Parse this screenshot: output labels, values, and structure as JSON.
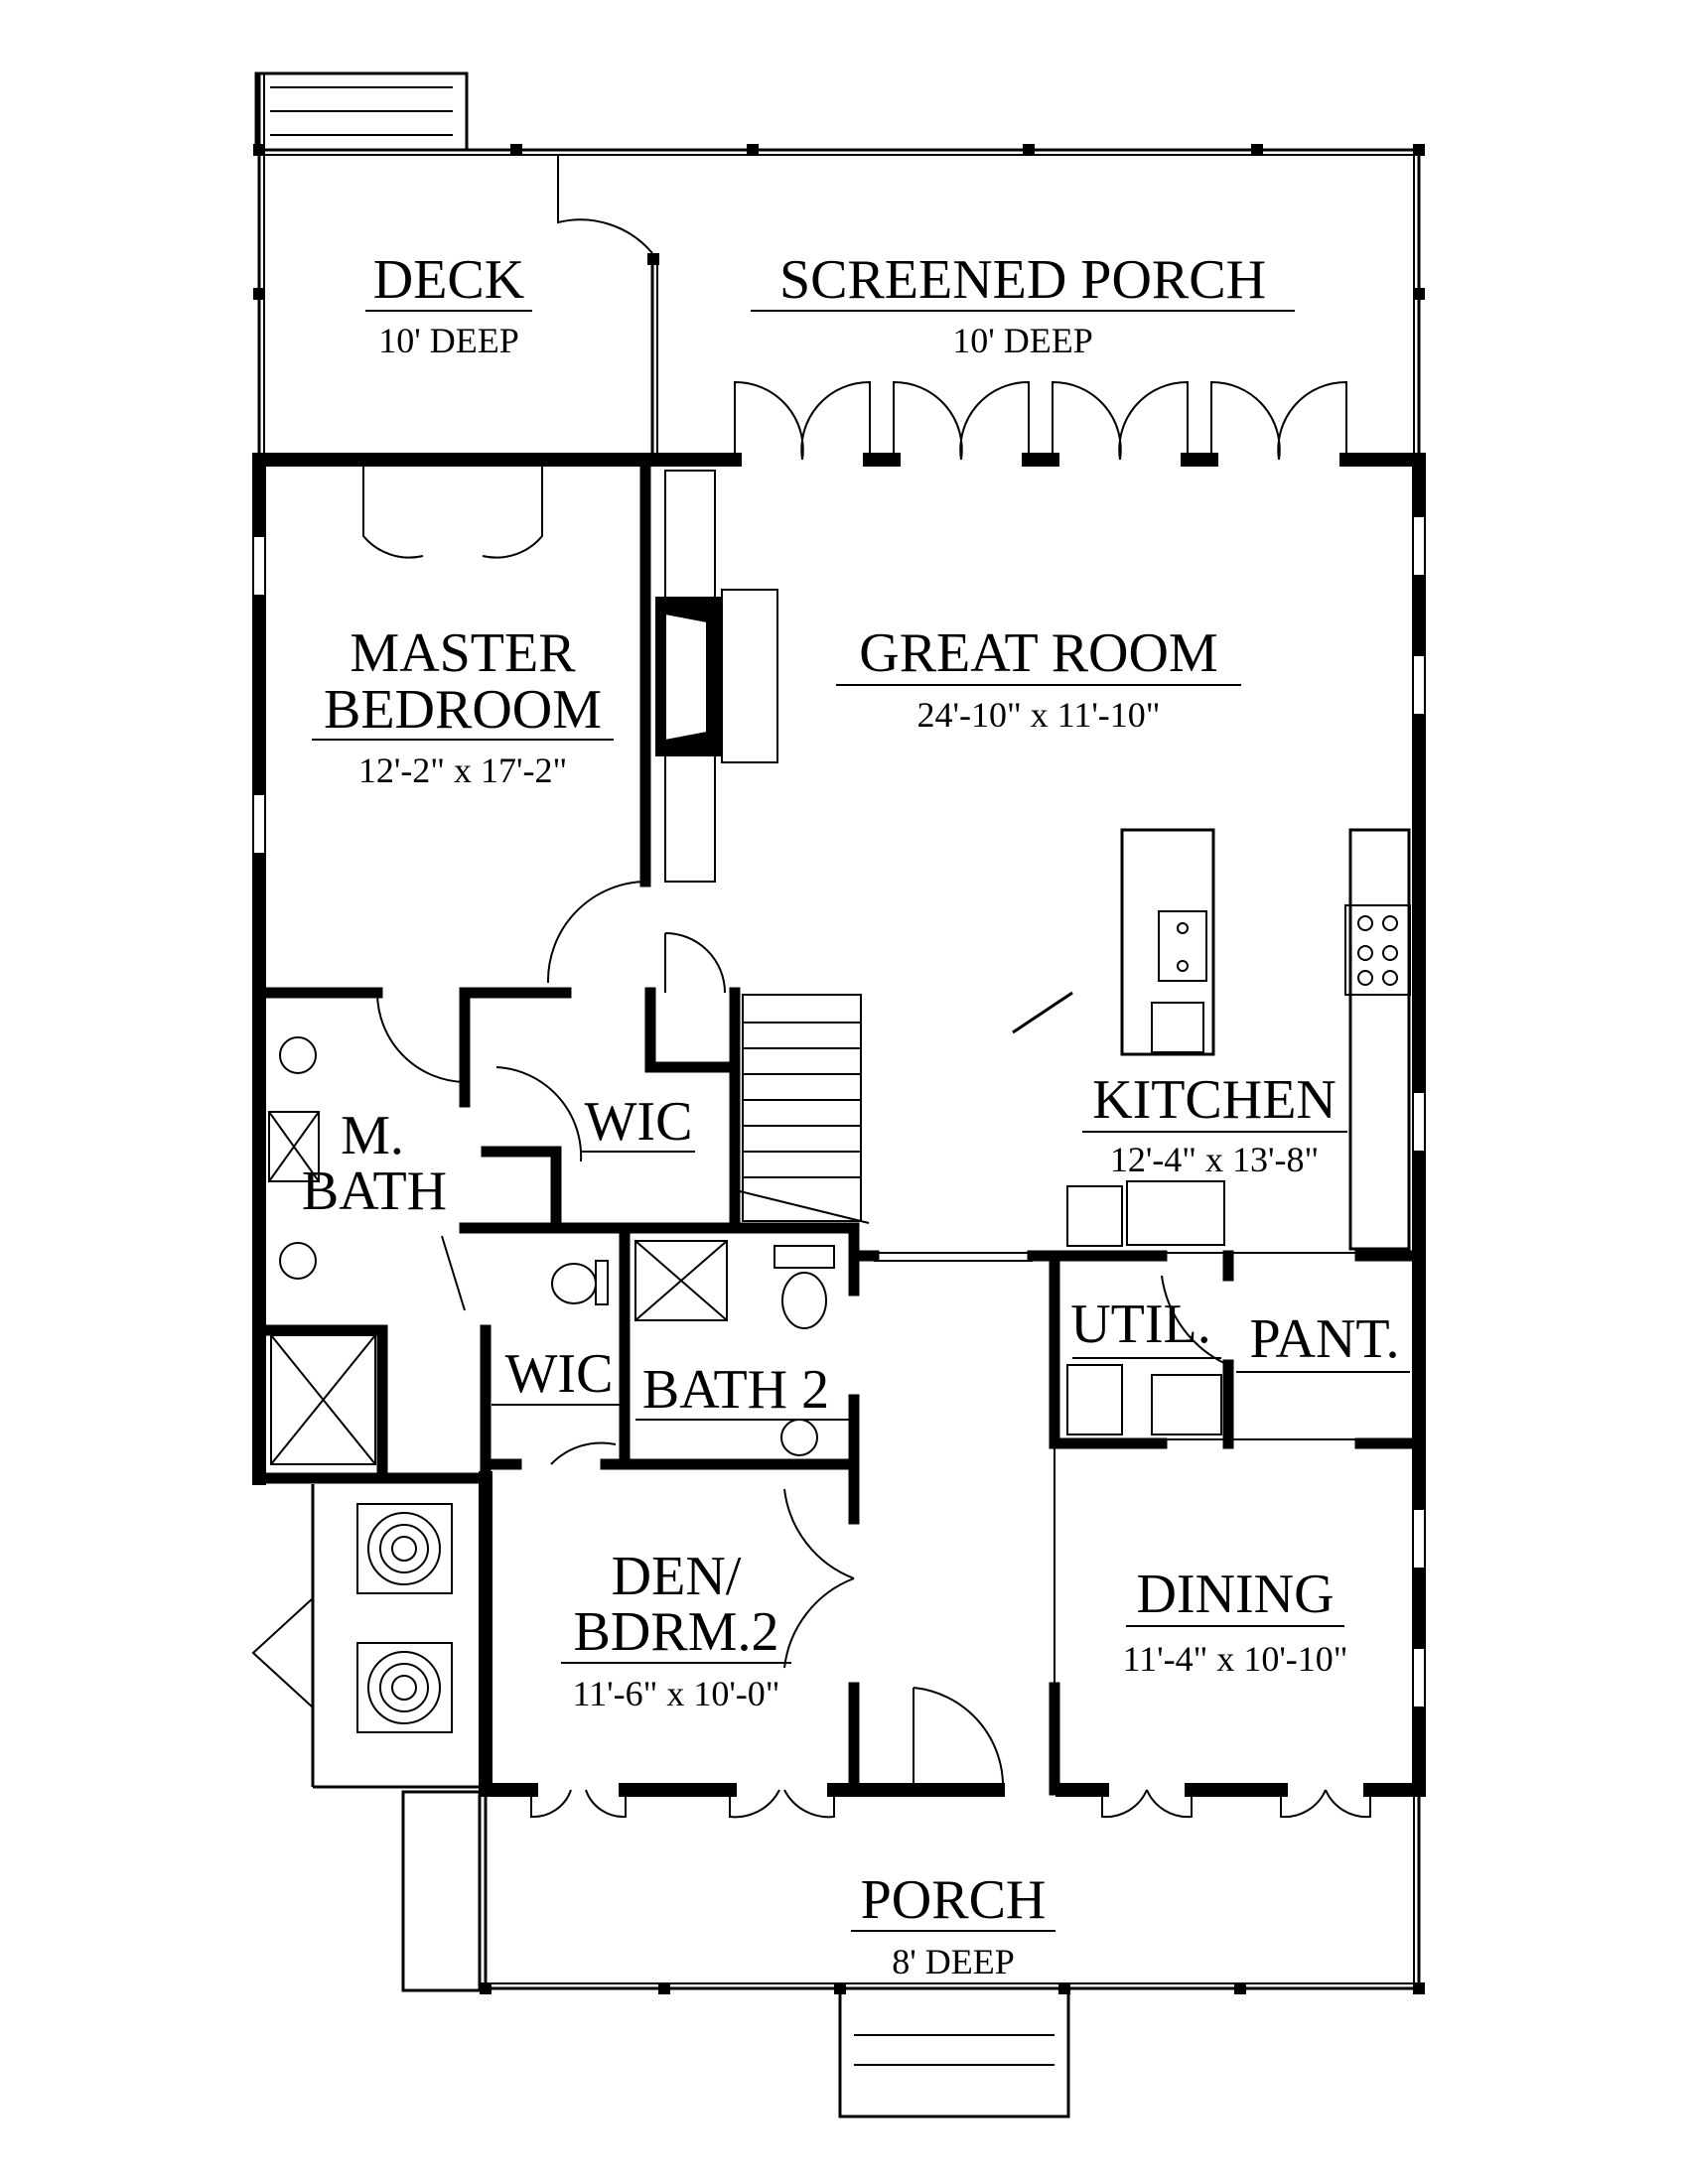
{
  "plan": {
    "deck": {
      "name": "DECK",
      "dim": "10' DEEP"
    },
    "screened_porch": {
      "name": "SCREENED PORCH",
      "dim": "10' DEEP"
    },
    "master_bedroom": {
      "name_line1": "MASTER",
      "name_line2": "BEDROOM",
      "dim": "12'-2\" x 17'-2\""
    },
    "great_room": {
      "name": "GREAT ROOM",
      "dim": "24'-10\" x 11'-10\""
    },
    "kitchen": {
      "name": "KITCHEN",
      "dim": "12'-4\" x 13'-8\""
    },
    "wic_master": {
      "name": "WIC"
    },
    "master_bath": {
      "name_line1": "M.",
      "name_line2": "BATH"
    },
    "utility": {
      "name": "UTIL."
    },
    "pantry": {
      "name": "PANT."
    },
    "wic_den": {
      "name": "WIC"
    },
    "bath2": {
      "name": "BATH 2"
    },
    "den": {
      "name_line1": "DEN/",
      "name_line2": "BDRM.2",
      "dim": "11'-6\" x 10'-0\""
    },
    "dining": {
      "name": "DINING",
      "dim": "11'-4\" x 10'-10\""
    },
    "porch": {
      "name": "PORCH",
      "dim": "8' DEEP"
    }
  }
}
